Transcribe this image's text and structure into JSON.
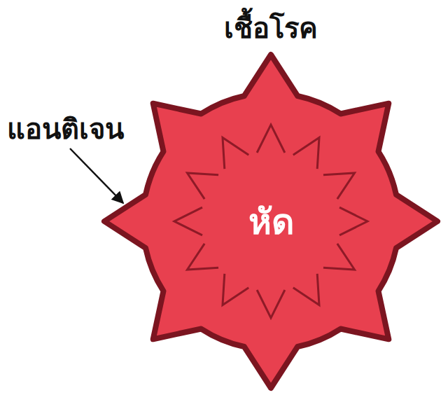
{
  "diagram": {
    "title": "เชื้อโรค",
    "nodes": [
      {
        "text": [
          "หัด"
        ]
      }
    ],
    "labels": [
      "แอนติเจน"
    ]
  }
}
